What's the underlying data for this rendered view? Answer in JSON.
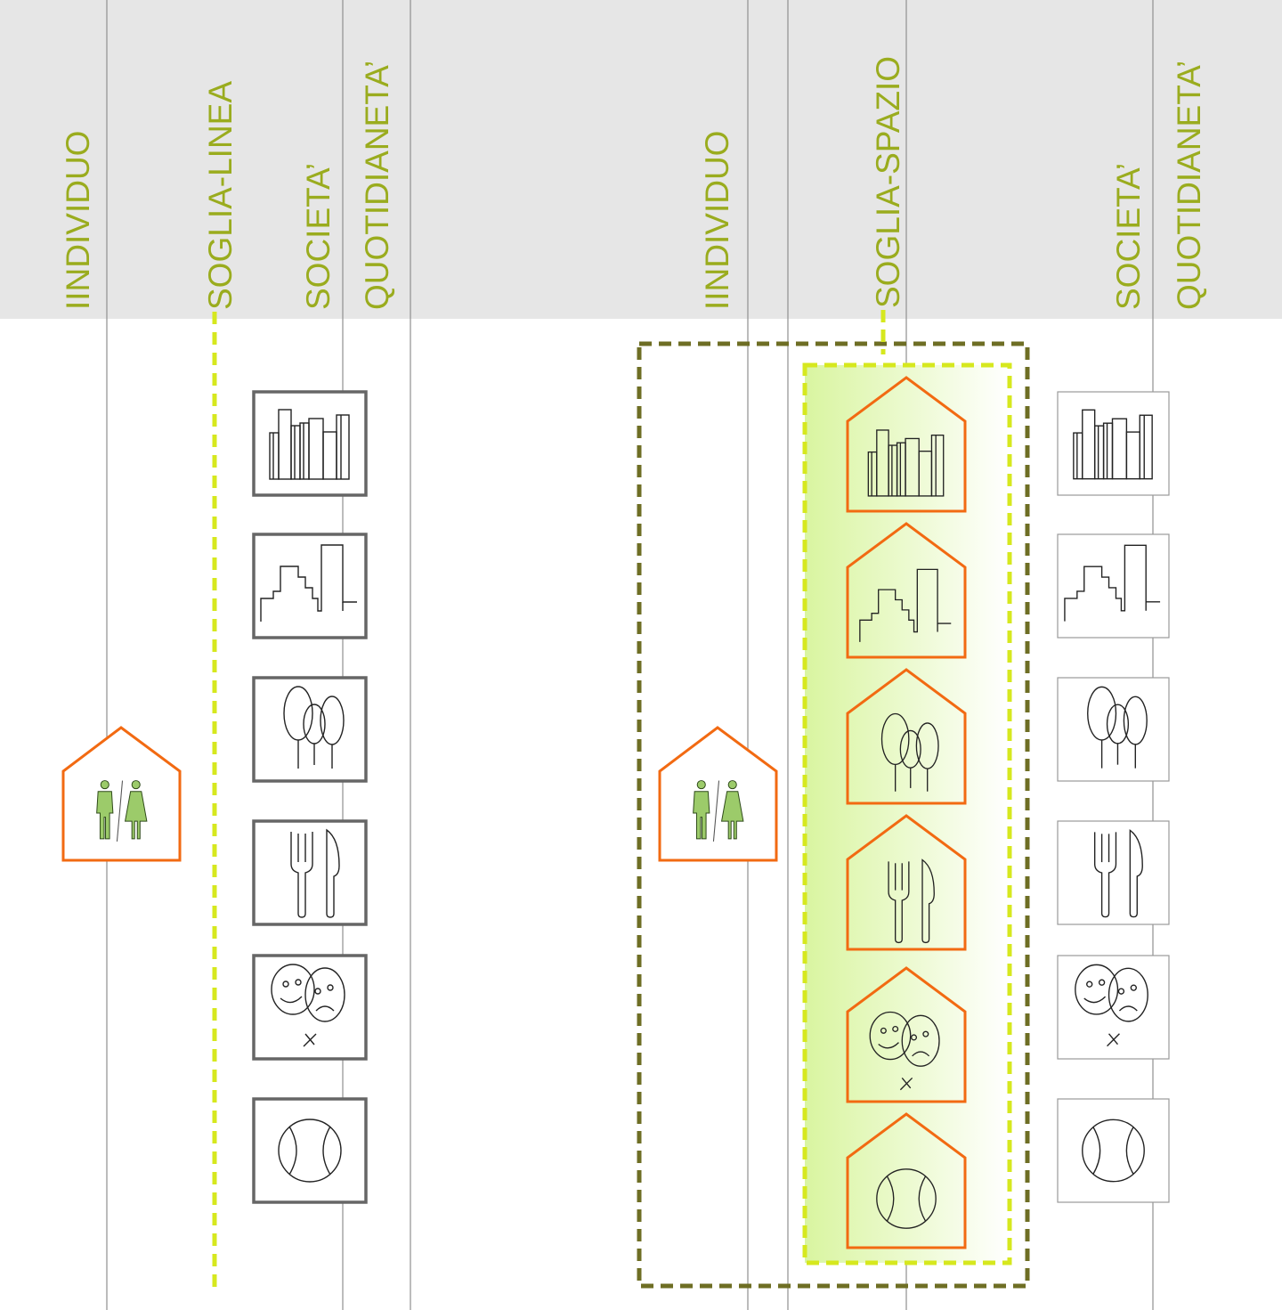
{
  "header": {
    "labels_left": {
      "individuo": "IINDIVIDUO",
      "soglia": "SOGLIA-LINEA",
      "societa": "SOCIETA’",
      "quotidianeta": "QUOTIDIANETA’"
    },
    "labels_right": {
      "individuo": "IINDIVIDUO",
      "soglia": "SOGLIA-SPAZIO",
      "societa": "SOCIETA’",
      "quotidianeta": "QUOTIDIANETA’"
    }
  },
  "icons": {
    "person": "man-woman-icon",
    "categories": [
      "library-icon",
      "city-icon",
      "trees-icon",
      "cutlery-icon",
      "balloons-icon",
      "ball-icon"
    ]
  },
  "colors": {
    "header_bg": "#e6e6e6",
    "label_green": "#9aac1e",
    "lime_dash": "#d6e81e",
    "olive_dash": "#6e6e24",
    "house_orange": "#f26a12",
    "person_green": "#9ccb6a",
    "gradient_start": "#d9f5a0",
    "gradient_end": "#ffffff",
    "grid_line": "#8f8f8f"
  }
}
